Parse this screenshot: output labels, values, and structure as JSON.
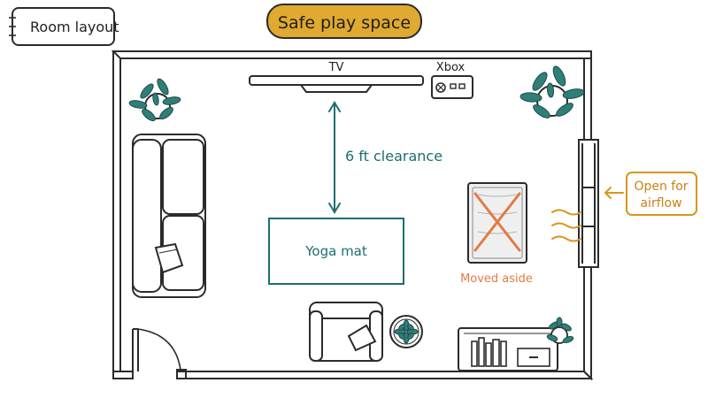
{
  "header": {
    "tab_label": "Room layout",
    "title": "Safe play space"
  },
  "room": {
    "tv_label": "TV",
    "console_label": "Xbox",
    "clearance_label": "6 ft clearance",
    "mat_label": "Yoga mat",
    "moved_label": "Moved aside",
    "window_note_line1": "Open for",
    "window_note_line2": "airflow"
  },
  "colors": {
    "ink": "#2b2b2b",
    "accent_yellow": "#e0a92f",
    "teal": "#1d6e6e",
    "orange": "#e07b45",
    "window_note": "#d9951e",
    "plant_green": "#2f7f78",
    "wood": "#ececec"
  }
}
